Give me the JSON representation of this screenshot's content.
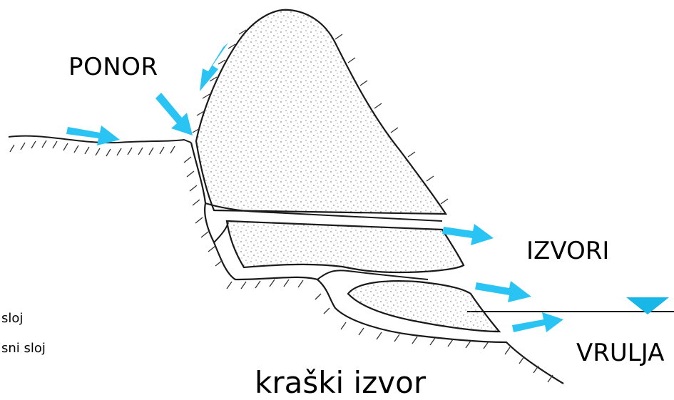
{
  "labels": {
    "ponor": "PONOR",
    "izvori": "IZVORI",
    "vrulja": "VRULJA",
    "title": "kraški izvor",
    "legend_line1": "sloj",
    "legend_line2": "sni sloj"
  },
  "colors": {
    "arrow": "#29c4f4",
    "water_marker": "#19b7e8",
    "rock_fill": "#ffffff",
    "stipple": "#555555",
    "outline": "#1a1a1a"
  },
  "icons": [
    "flow-arrow-icon",
    "water-level-icon"
  ]
}
